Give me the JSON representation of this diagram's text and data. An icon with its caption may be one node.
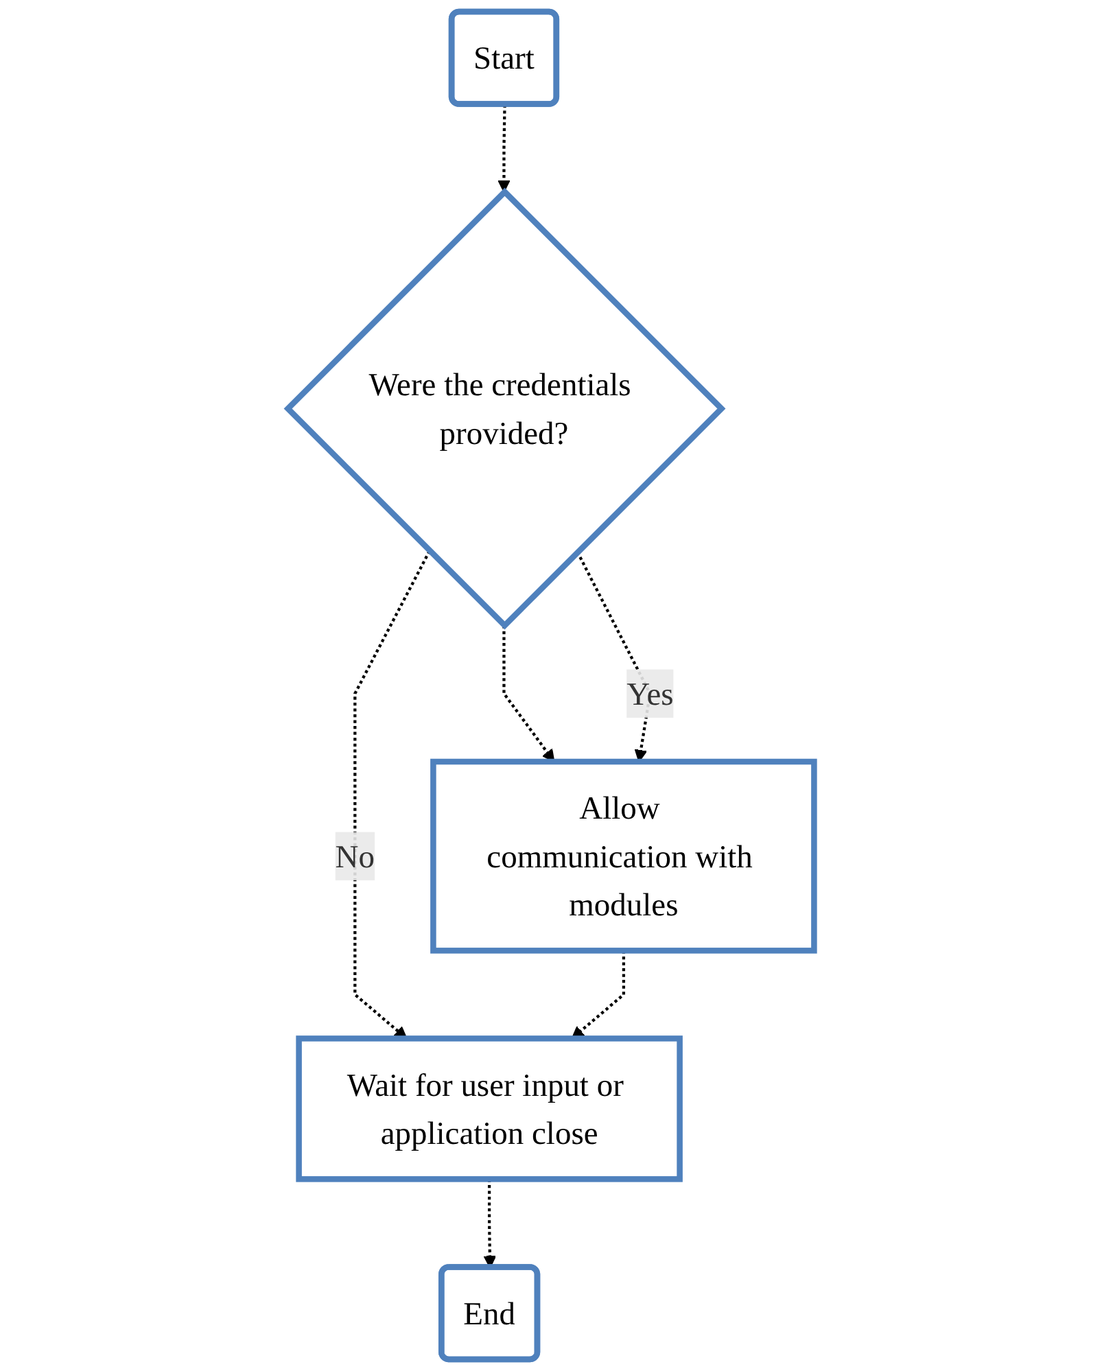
{
  "diagram": {
    "nodes": [
      {
        "text": [
          "Start"
        ]
      },
      {
        "text": [
          "Were the credentials provided?"
        ]
      },
      {
        "text": [
          "Allow communication with modules"
        ]
      },
      {
        "text": [
          "Wait for user input or application close"
        ]
      },
      {
        "text": [
          "End"
        ]
      }
    ],
    "edges": [
      {
        "from": 0,
        "to": 1,
        "arrow": "to",
        "style": "dashed"
      },
      {
        "from": 1,
        "to": 2,
        "arrow": "to",
        "style": "dashed"
      },
      {
        "from": 1,
        "to": 2,
        "arrow": "to",
        "style": "dashed",
        "label": "Yes"
      },
      {
        "from": 1,
        "to": 3,
        "arrow": "to",
        "style": "dashed",
        "label": "No"
      },
      {
        "from": 2,
        "to": 3,
        "arrow": "to",
        "style": "dashed"
      },
      {
        "from": 3,
        "to": 4,
        "arrow": "to",
        "style": "dashed"
      }
    ]
  }
}
